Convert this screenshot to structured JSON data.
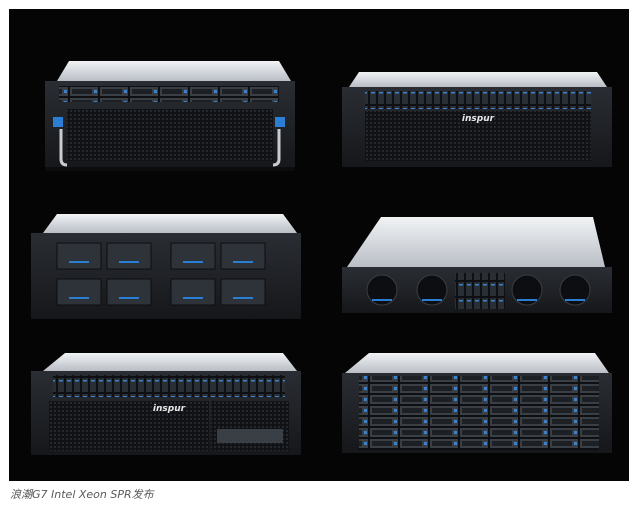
{
  "image": {
    "background_color": "#050505",
    "chassis_top_color": "#d9dde2",
    "chassis_front_color": "#1b1d21",
    "accent_color": "#2a7fd4"
  },
  "servers": [
    {
      "logo": ""
    },
    {
      "logo": "inspur"
    },
    {
      "logo": ""
    },
    {
      "logo": ""
    },
    {
      "logo": "inspur"
    },
    {
      "logo": ""
    }
  ],
  "caption": {
    "text": "浪潮G7 Intel Xeon SPR发布"
  }
}
